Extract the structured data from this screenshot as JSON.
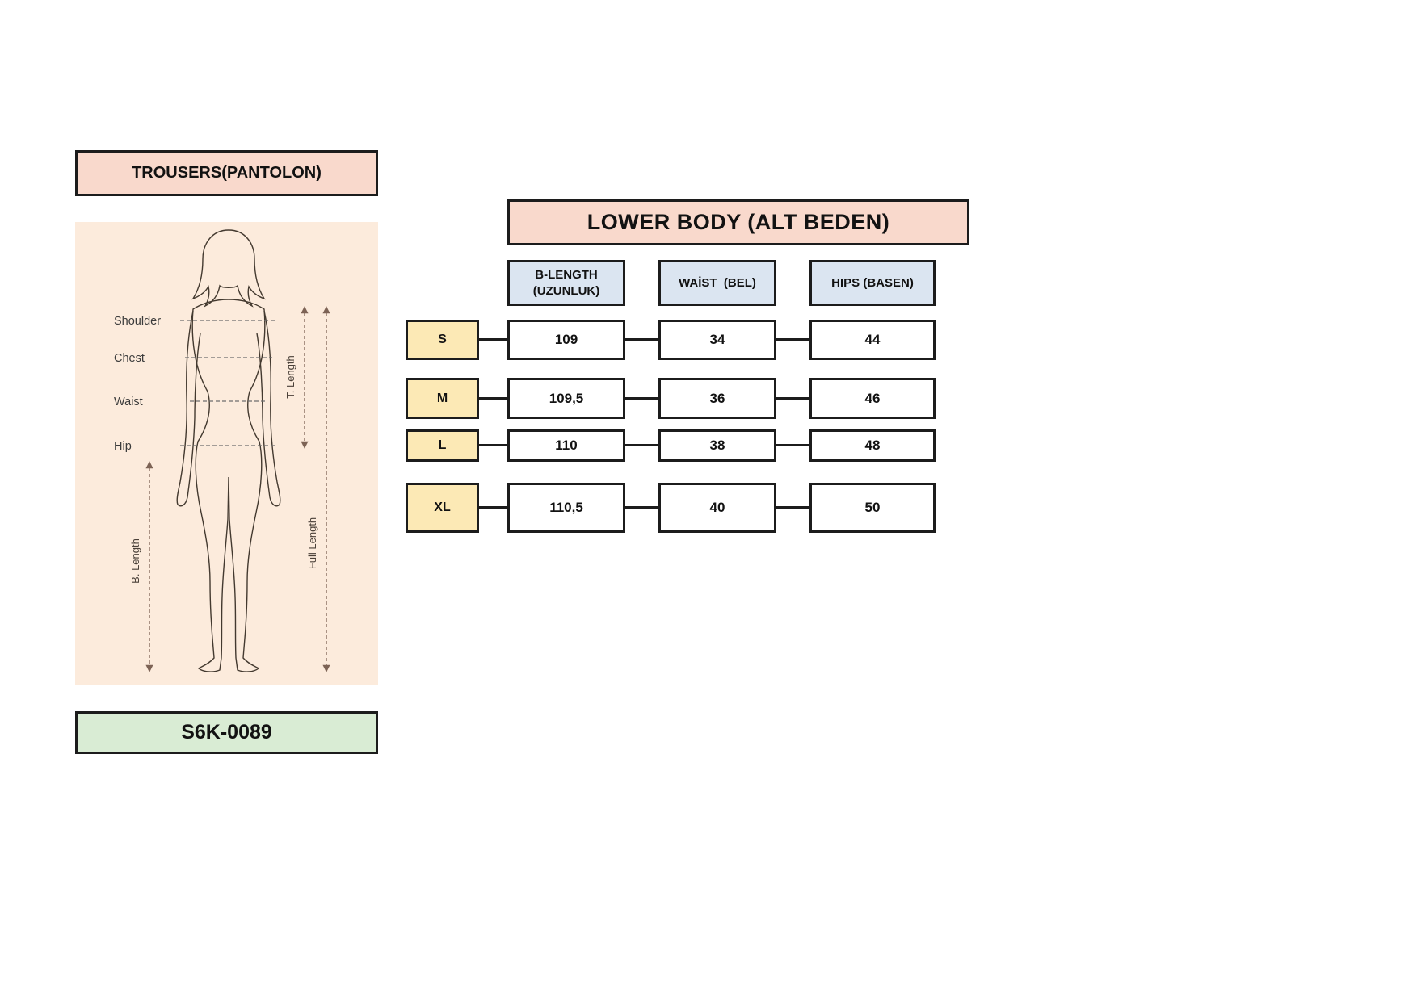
{
  "product": {
    "category_label": "TROUSERS(PANTOLON)",
    "code": "S6K-0089"
  },
  "diagram": {
    "body_labels": {
      "shoulder": "Shoulder",
      "chest": "Chest",
      "waist": "Waist",
      "hip": "Hip"
    },
    "measure_labels": {
      "t_length": "T. Length",
      "b_length": "B. Length",
      "full_length": "Full Length"
    }
  },
  "chart_data": {
    "type": "table",
    "title": "LOWER BODY (ALT BEDEN)",
    "columns": [
      "B-LENGTH (UZUNLUK)",
      "WAİST  (BEL)",
      "HIPS (BASEN)"
    ],
    "rows": [
      {
        "size": "S",
        "values": [
          "109",
          "34",
          "44"
        ]
      },
      {
        "size": "M",
        "values": [
          "109,5",
          "36",
          "46"
        ]
      },
      {
        "size": "L",
        "values": [
          "110",
          "38",
          "48"
        ]
      },
      {
        "size": "XL",
        "values": [
          "110,5",
          "40",
          "50"
        ]
      }
    ]
  },
  "colors": {
    "accent_pink": "#f9d9cc",
    "accent_blue": "#dbe5f1",
    "accent_yellow": "#fce9b5",
    "accent_green": "#d9ecd4",
    "panel_peach": "#fcebdc",
    "line_black": "#1c1c1c"
  }
}
